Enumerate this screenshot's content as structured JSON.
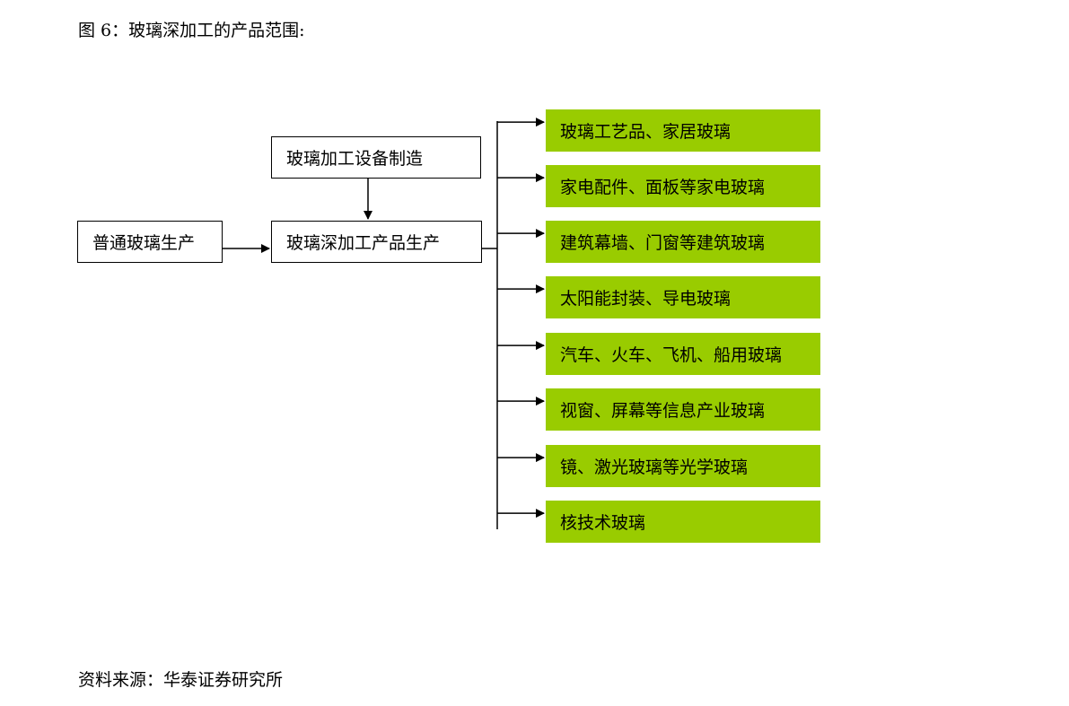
{
  "title": "图 6：玻璃深加工的产品范围:",
  "source": "资料来源：华泰证券研究所",
  "nodes": {
    "raw": "普通玻璃生产",
    "equipment": "玻璃加工设备制造",
    "deep": "玻璃深加工产品生产"
  },
  "products": [
    "玻璃工艺品、家居玻璃",
    "家电配件、面板等家电玻璃",
    "建筑幕墙、门窗等建筑玻璃",
    "太阳能封装、导电玻璃",
    "汽车、火车、飞机、船用玻璃",
    "视窗、屏幕等信息产业玻璃",
    "镜、激光玻璃等光学玻璃",
    "核技术玻璃"
  ],
  "colors": {
    "product_fill": "#99cc00",
    "line": "#000000"
  }
}
